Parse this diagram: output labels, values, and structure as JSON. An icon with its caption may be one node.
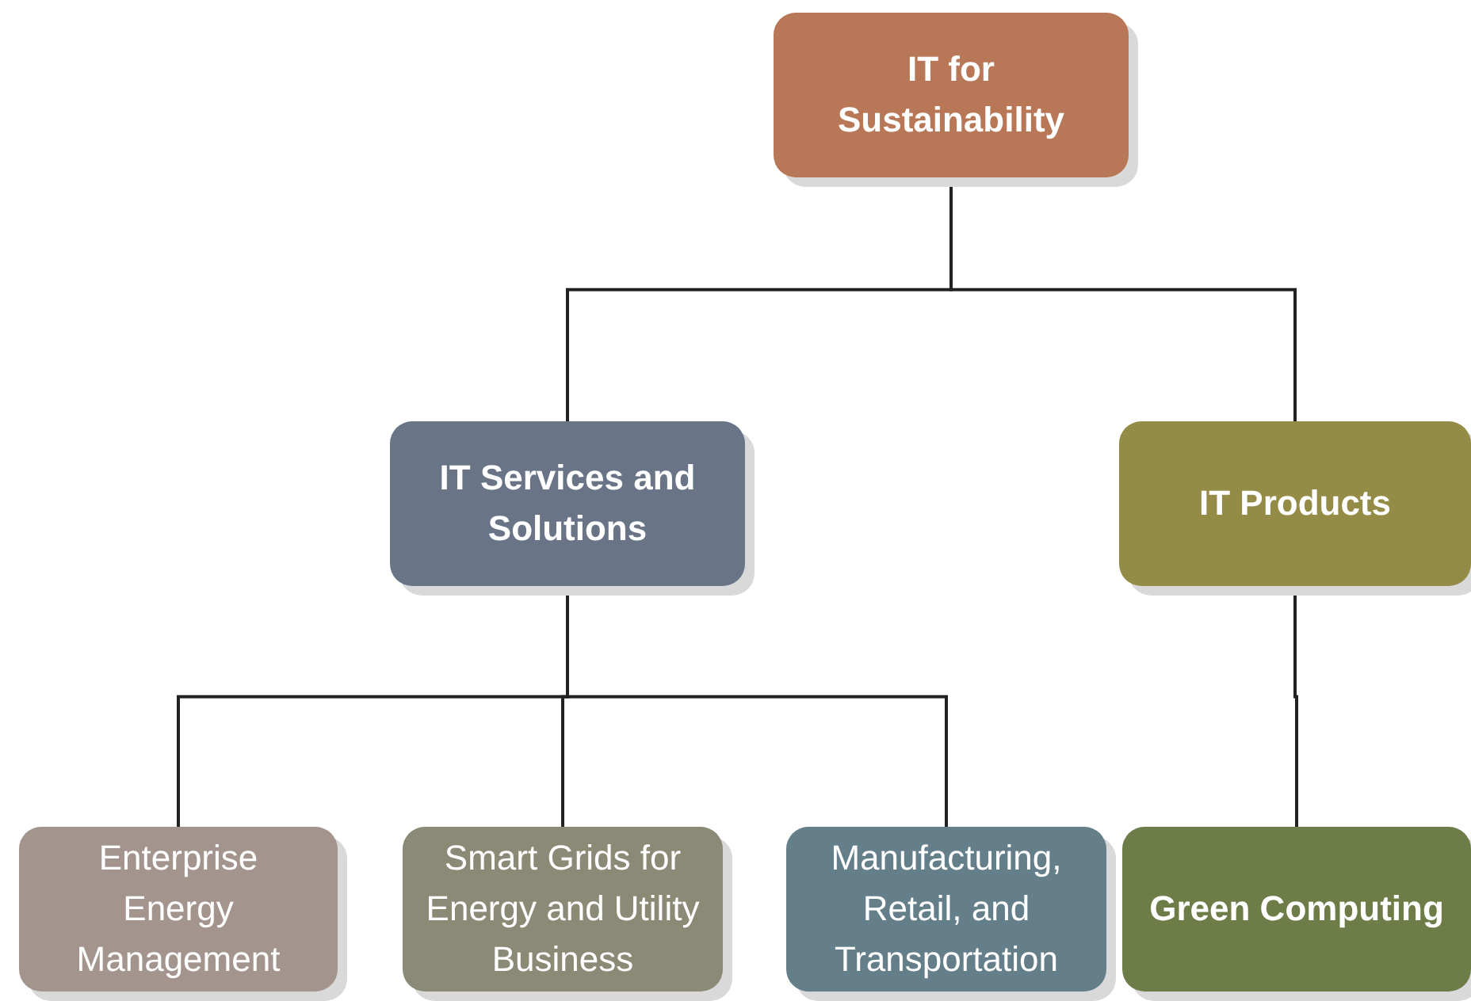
{
  "diagram": {
    "nodes": [
      {
        "text": [
          "IT for Sustainability"
        ]
      },
      {
        "text": [
          "IT Services and Solutions"
        ]
      },
      {
        "text": [
          "IT Products"
        ]
      },
      {
        "text": [
          "Enterprise Energy Management"
        ]
      },
      {
        "text": [
          "Smart Grids for Energy and Utility Business"
        ]
      },
      {
        "text": [
          "Manufacturing, Retail, and Transportation"
        ]
      },
      {
        "text": [
          "Green Computing"
        ]
      }
    ],
    "edges": [
      {
        "from": 0,
        "to": 1,
        "arrow": "none"
      },
      {
        "from": 0,
        "to": 2,
        "arrow": "none"
      },
      {
        "from": 1,
        "to": 3,
        "arrow": "none"
      },
      {
        "from": 1,
        "to": 4,
        "arrow": "none"
      },
      {
        "from": 1,
        "to": 5,
        "arrow": "none"
      },
      {
        "from": 2,
        "to": 6,
        "arrow": "none"
      }
    ]
  }
}
